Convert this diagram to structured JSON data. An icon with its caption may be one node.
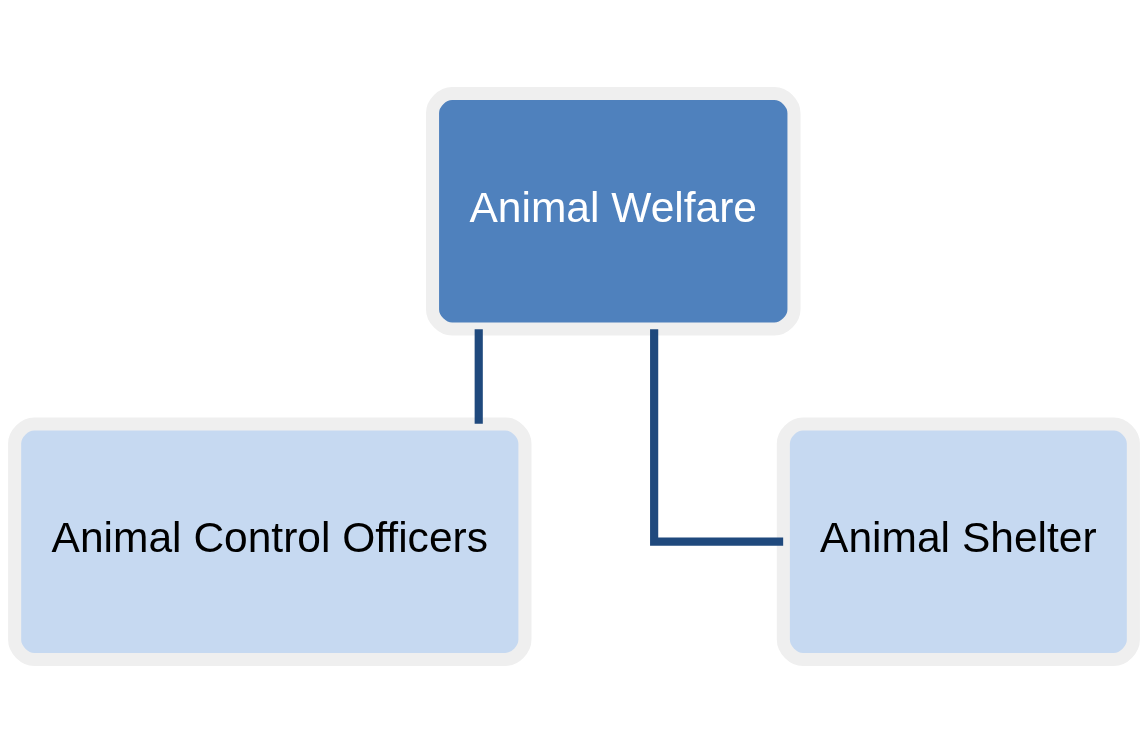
{
  "diagram": {
    "nodes": [
      {
        "text": [
          "Animal Welfare"
        ]
      },
      {
        "text": [
          "Animal Control Officers"
        ]
      },
      {
        "text": [
          "Animal Shelter"
        ]
      }
    ],
    "edges": [
      {
        "from": 0,
        "to": 1,
        "arrow": "none"
      },
      {
        "from": 0,
        "to": 2,
        "arrow": "none"
      }
    ]
  }
}
